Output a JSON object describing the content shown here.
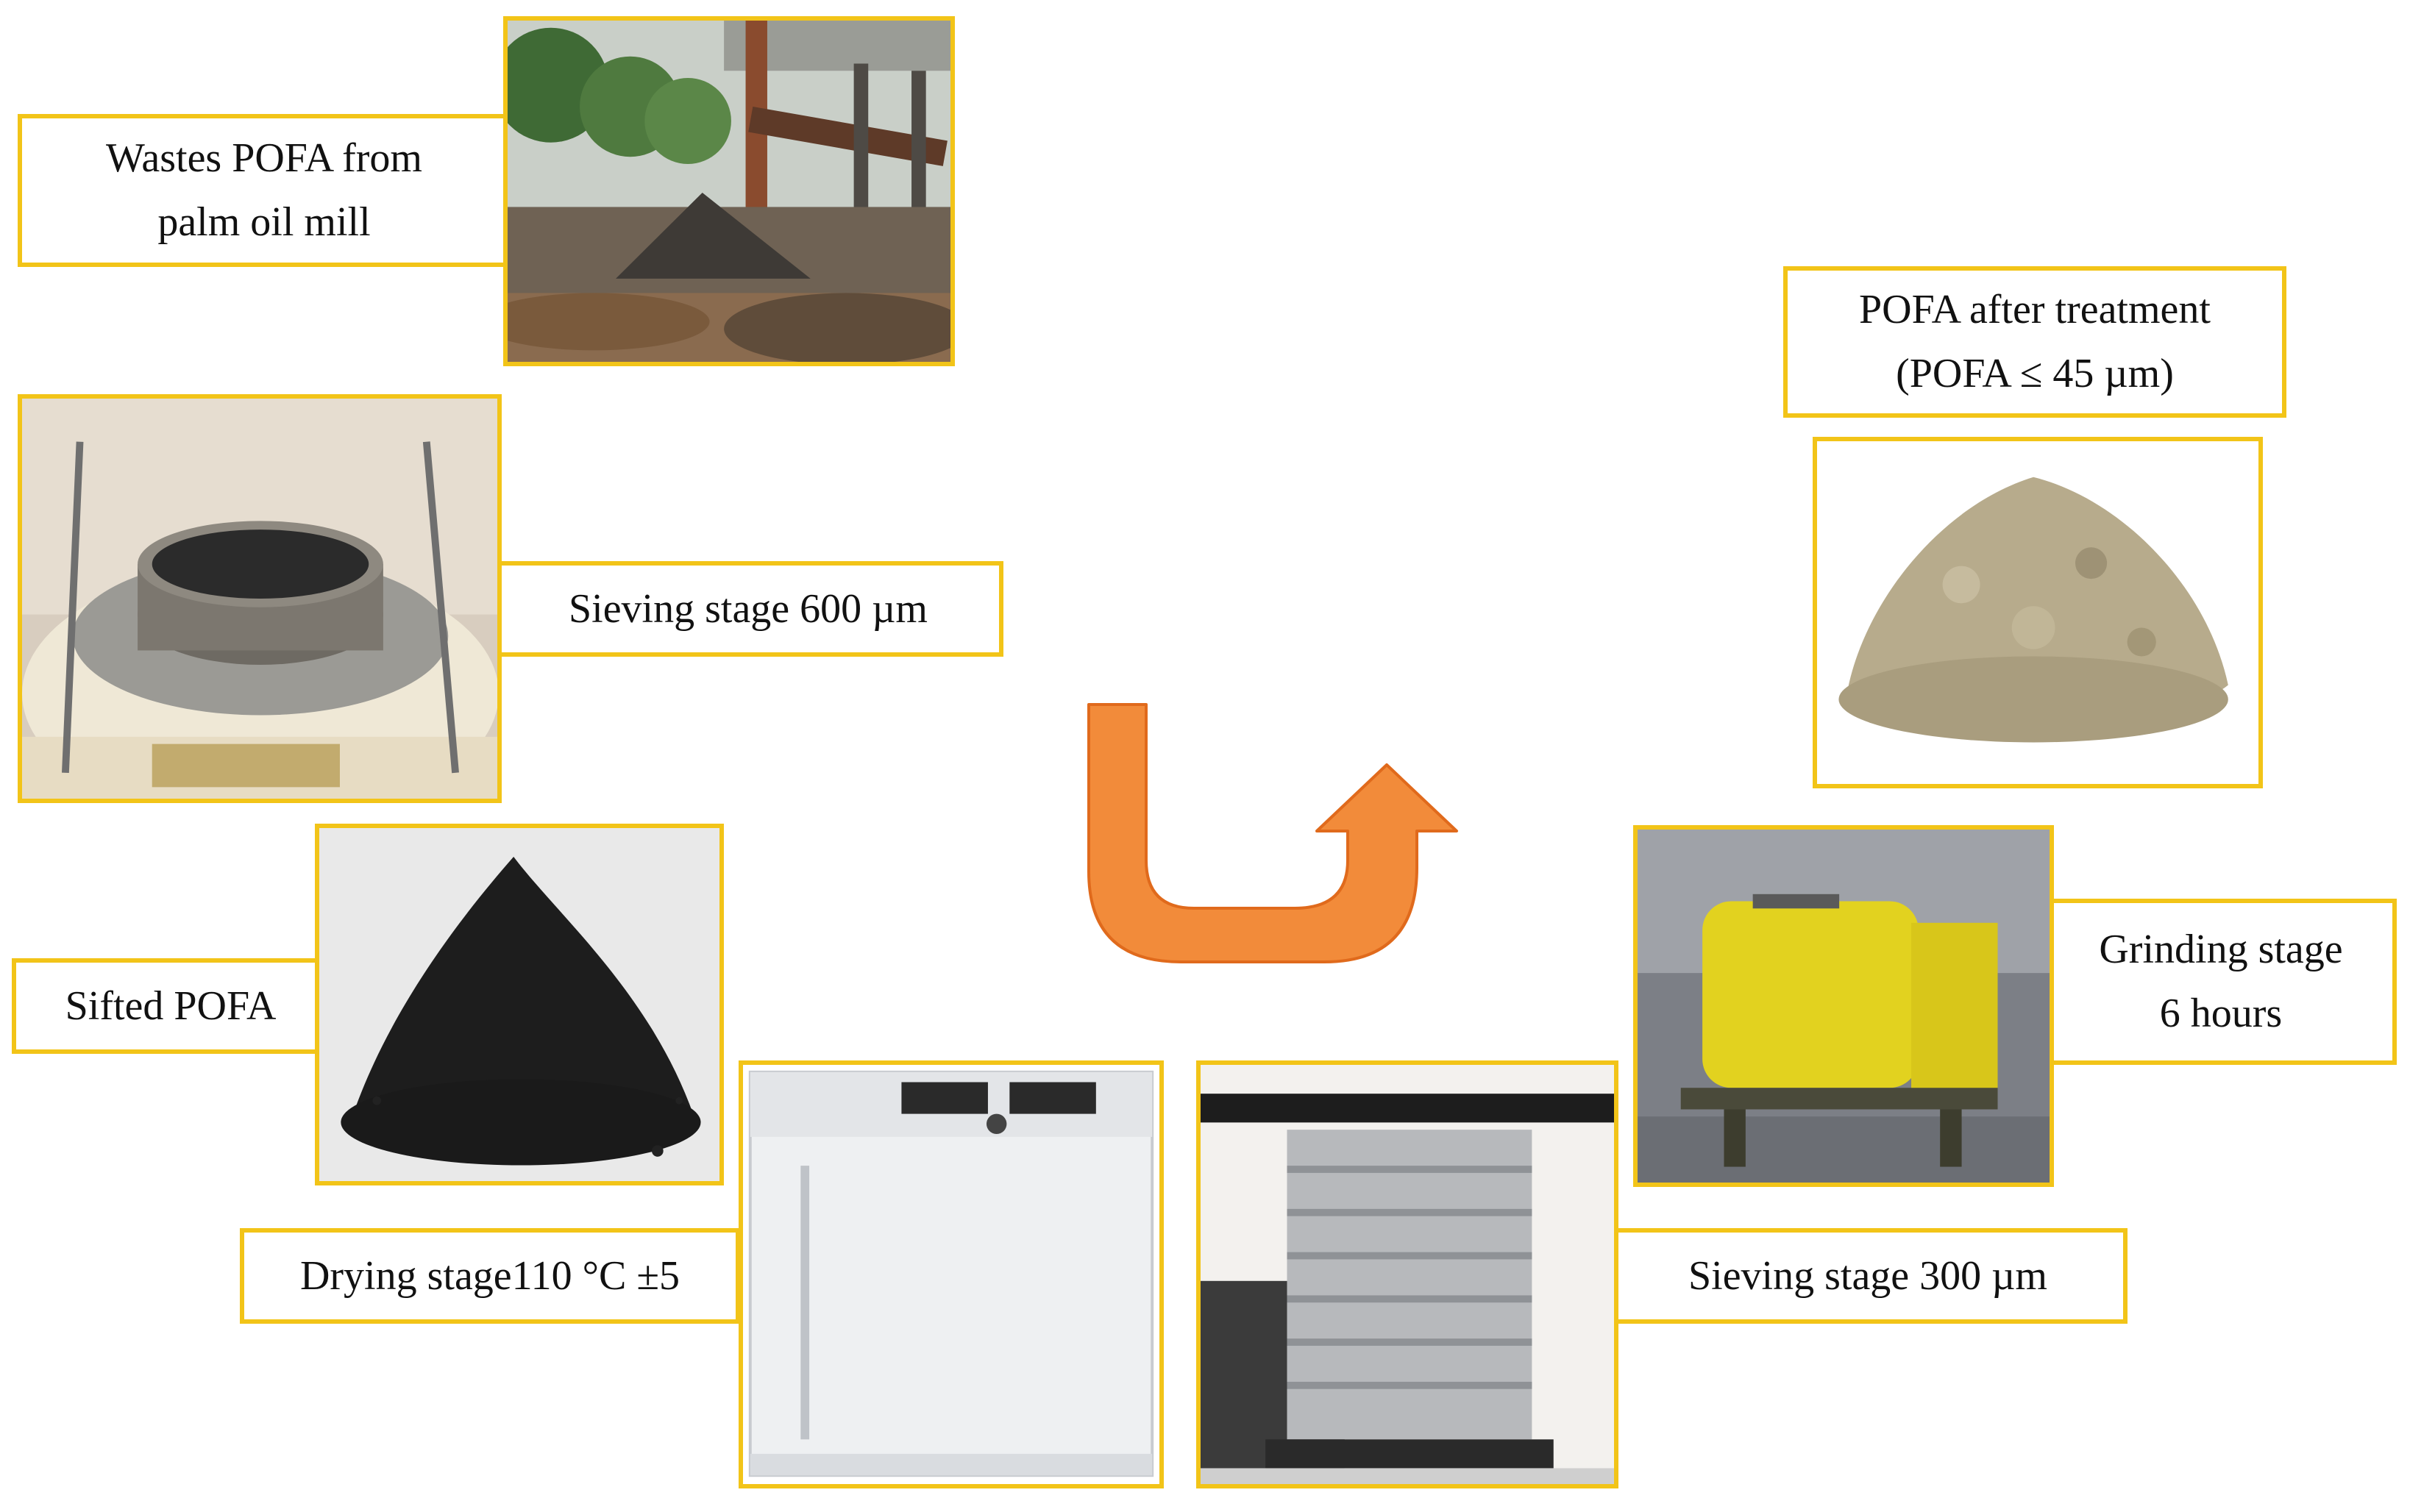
{
  "labels": {
    "wastes": [
      "Wastes POFA from",
      "palm oil mill"
    ],
    "sieving_600": "Sieving stage 600 µm",
    "sifted": "Sifted POFA",
    "drying": "Drying stage110 °C ±5",
    "sieving_300": "Sieving stage 300 µm",
    "grinding": [
      "Grinding stage",
      "6 hours"
    ],
    "after_treatment": [
      "POFA after treatment",
      "(POFA ≤ 45 µm)"
    ]
  },
  "colors": {
    "frame": "#f2c418",
    "arrow_fill": "#f28b3a",
    "arrow_stroke": "#e06a1c"
  },
  "icons": [
    "curved-arrow-icon"
  ]
}
